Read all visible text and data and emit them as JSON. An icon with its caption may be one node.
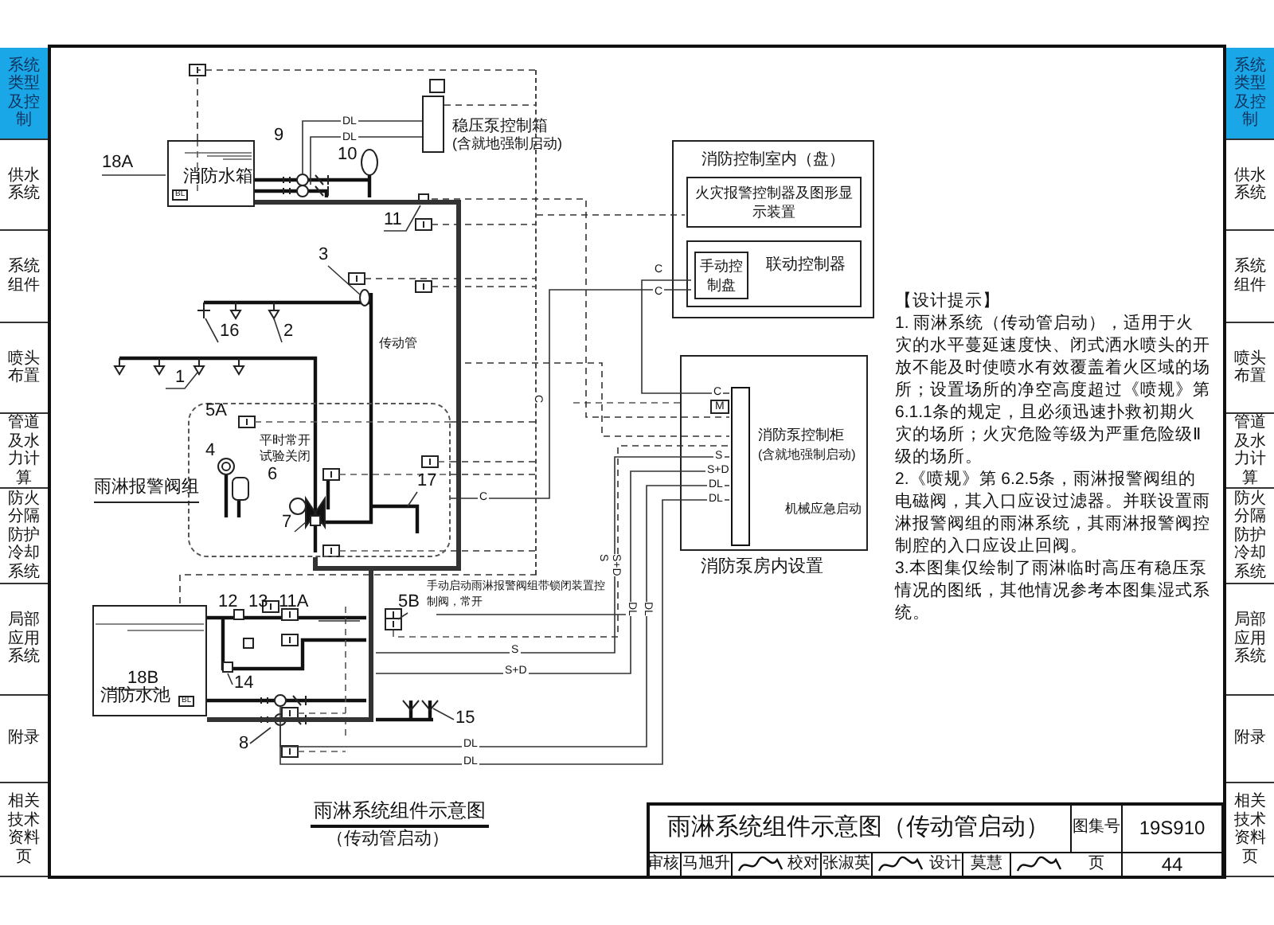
{
  "diagram": {
    "title": "雨淋系统组件示意图",
    "caption": "（传动管启动）",
    "nodes": [
      {
        "text": [
          "消防水箱"
        ]
      },
      {
        "text": [],
        "shape": "box",
        "beside": [
          "稳压泵控制箱",
          "(含就地强制启动)"
        ]
      },
      {
        "text": [
          "消防控制室内（盘）"
        ]
      },
      {
        "text": [
          "火灾报警控制器及图形显示装置"
        ],
        "in": 2
      },
      {
        "text": [
          "联动控制器"
        ],
        "in": 2
      },
      {
        "text": [
          "手动控制盘"
        ],
        "in": 4
      },
      {
        "text": [],
        "shape": "box",
        "beside": [
          "消防泵房内设置"
        ]
      },
      {
        "text": [],
        "shape": "bar",
        "in": 6,
        "beside": [
          "消防泵控制柜",
          "(含就地强制启动)",
          "机械应急启动"
        ]
      },
      {
        "text": [
          "雨淋报警阀组"
        ]
      },
      {
        "text": [
          "消防水池"
        ]
      },
      {
        "text": [],
        "shape": "line"
      }
    ],
    "edges": [
      {
        "from": 5,
        "to": 7,
        "arrow": "none",
        "label": "C"
      },
      {
        "from": 5,
        "to": 8,
        "arrow": "none",
        "label": "C"
      },
      {
        "from": 0,
        "to": 10,
        "arrow": "none",
        "style": "dashed"
      },
      {
        "from": 0,
        "to": 8,
        "arrow": "none",
        "style": "thick"
      },
      {
        "from": 1,
        "to": 10,
        "arrow": "none",
        "style": "dashed"
      },
      {
        "from": 8,
        "to": 10,
        "arrow": "none",
        "style": "dashed"
      },
      {
        "from": 8,
        "to": 10,
        "arrow": "none",
        "style": "dashed"
      },
      {
        "from": 8,
        "to": 10,
        "arrow": "none",
        "style": "dashed"
      },
      {
        "from": 8,
        "to": 10,
        "arrow": "none",
        "style": "dashed"
      },
      {
        "from": 10,
        "to": 9,
        "arrow": "none",
        "style": "dashed"
      },
      {
        "from": 10,
        "to": 3,
        "arrow": "none",
        "style": "dashed"
      },
      {
        "from": null,
        "to": 10,
        "arrow": "none",
        "style": "dashed"
      },
      {
        "from": null,
        "to": 10,
        "arrow": "none",
        "style": "dashed"
      },
      {
        "from": null,
        "to": 10,
        "arrow": "none",
        "style": "dashed"
      },
      {
        "from": null,
        "to": 7,
        "arrow": "none",
        "style": "dashed"
      },
      {
        "from": null,
        "to": 7,
        "arrow": "none",
        "style": "dashed"
      },
      {
        "from": null,
        "to": 7,
        "arrow": "none",
        "style": "dashed"
      },
      {
        "from": null,
        "to": 7,
        "arrow": "none"
      },
      {
        "from": null,
        "to": 7,
        "arrow": "none"
      },
      {
        "from": null,
        "to": 7,
        "arrow": "none"
      },
      {
        "from": null,
        "to": 7,
        "arrow": "none"
      },
      {
        "from": null,
        "to": 1,
        "arrow": "none"
      },
      {
        "from": null,
        "to": 1,
        "arrow": "none"
      },
      {
        "from": 9,
        "to": 8,
        "arrow": "none",
        "style": "thick"
      }
    ],
    "labels": [
      "DL",
      "DL",
      "18A",
      "9",
      "BL",
      "10",
      "11",
      "3",
      "16",
      "2",
      "1",
      "传动管",
      "C",
      "5A",
      "4",
      "平时常开试验关闭",
      "6",
      "17",
      "C",
      "7",
      "S",
      "S+D",
      "DL",
      "DL",
      "C",
      "M",
      "S",
      "S+D",
      "DL",
      "DL",
      "手动启动雨淋报警阀组带锁闭装置控制阀，常开",
      "12",
      "13",
      "11A",
      "5B",
      "S",
      "S+D",
      "18B",
      "BL",
      "14",
      "8",
      "15",
      "DL",
      "DL",
      "【设计提示】",
      "1. 雨淋系统（传动管启动），适用于火灾的水平蔓延速度快、闭式洒水喷头的开放不能及时使喷水有效覆盖着火区域的场所；设置场所的净空高度超过《喷规》第 6.1.1条的规定，且必须迅速扑救初期火灾的场所；火灾危险等级为严重危险级Ⅱ级的场所。",
      "2.《喷规》第 6.2.5条，雨淋报警阀组的电磁阀，其入口应设过滤器。并联设置雨淋报警阀组的雨淋系统，其雨淋报警阀控制腔的入口应设止回阀。",
      "3.本图集仅绘制了雨淋临时高压有稳压泵情况的图纸，其他情况参考本图集湿式系统。",
      "雨淋系统组件示意图（传动管启动）",
      "图集号",
      "19S910",
      "审核",
      "马旭升",
      "校对",
      "张淑英",
      "设计",
      "莫慧",
      "页",
      "44",
      "系统类型及控制",
      "供水系统",
      "系统组件",
      "喷头布置",
      "管道及水力计算",
      "防火分隔防护冷却系统",
      "局部应用系统",
      "附录",
      "相关技术资料页",
      "系统类型及控制",
      "供水系统",
      "系统组件",
      "喷头布置",
      "管道及水力计算",
      "防火分隔防护冷却系统",
      "局部应用系统",
      "附录",
      "相关技术资料页"
    ]
  }
}
